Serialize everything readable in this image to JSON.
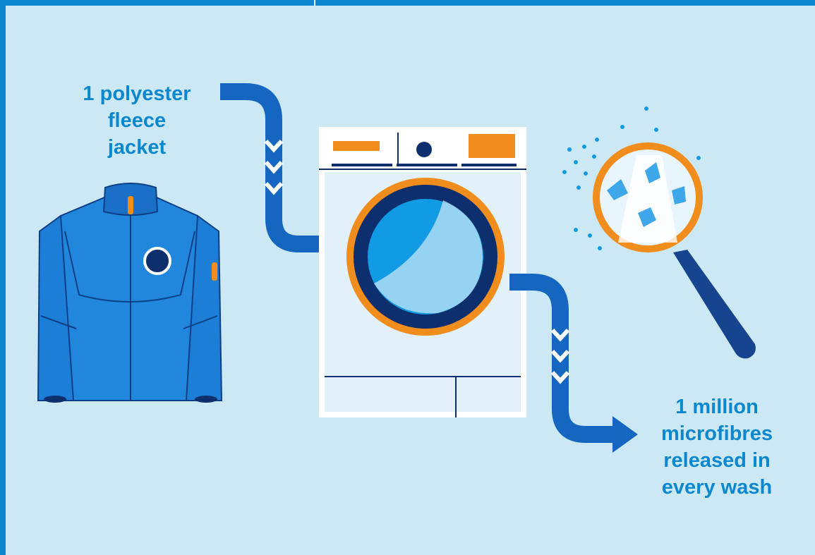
{
  "labels": {
    "input_lines": [
      "1 polyester",
      "fleece",
      "jacket"
    ],
    "output_lines": [
      "1 million",
      "microfibres",
      "released in",
      "every wash"
    ]
  },
  "colors": {
    "frame": "#0b87d0",
    "background": "#cde8f5",
    "arrow": "#1466c0",
    "navy": "#0d2f6e",
    "orange": "#f08d1c",
    "jacket": "#1c7ed6",
    "drum": "#119be4",
    "fibre": "#3ea7e9"
  },
  "icons": [
    "jacket-icon",
    "washing-machine-icon",
    "magnifying-glass-icon",
    "flow-arrow-icon",
    "chevron-down-icon"
  ]
}
